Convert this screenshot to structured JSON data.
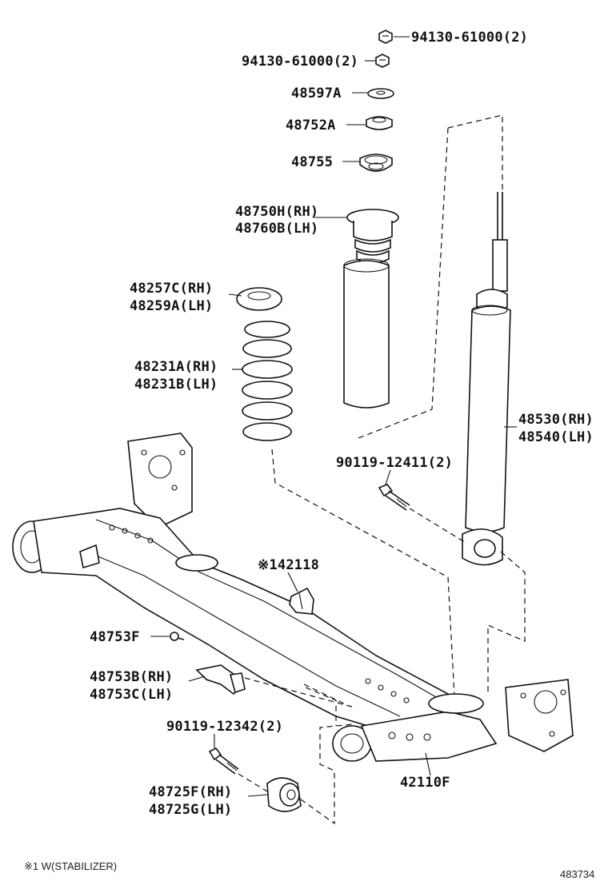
{
  "labels": {
    "nut_right": "94130-61000(2)",
    "nut_left": "94130-61000(2)",
    "p48597a": "48597A",
    "p48752a": "48752A",
    "p48755": "48755",
    "bumper_rh": "48750H(RH)",
    "bumper_lh": "48760B(LH)",
    "seat_rh": "48257C(RH)",
    "seat_lh": "48259A(LH)",
    "spring_rh": "48231A(RH)",
    "spring_lh": "48231B(LH)",
    "shock_rh": "48530(RH)",
    "shock_lh": "48540(LH)",
    "bolt_upper": "90119-12411(2)",
    "stab": "※142118",
    "p48753f": "48753F",
    "bracket_rh": "48753B(RH)",
    "bracket_lh": "48753C(LH)",
    "bolt_lower": "90119-12342(2)",
    "bush_rh": "48725F(RH)",
    "bush_lh": "48725G(LH)",
    "axle": "42110F",
    "footnote": "※1 W(STABILIZER)",
    "diagram_id": "483734"
  },
  "colors": {
    "ink": "#111111",
    "background": "#ffffff"
  }
}
